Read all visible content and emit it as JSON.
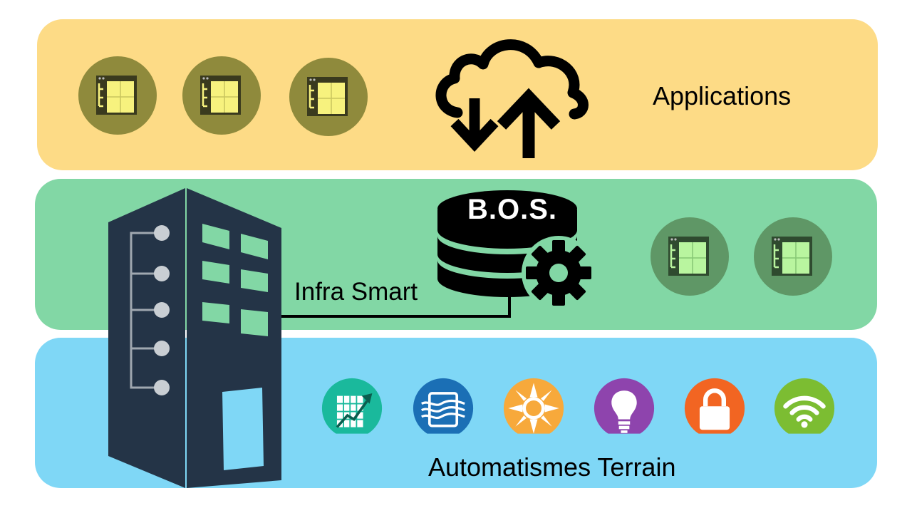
{
  "layers": {
    "applications": {
      "label": "Applications",
      "color": "#fddb86"
    },
    "infra": {
      "label": "Infra Smart",
      "color": "#82d7a5"
    },
    "terrain": {
      "label": "Automatismes Terrain",
      "color": "#7fd7f6"
    }
  },
  "database": {
    "label": "B.O.S."
  },
  "icons": {
    "app_windows_top": [
      "app-window-icon",
      "app-window-icon",
      "app-window-icon"
    ],
    "cloud": "cloud-sync-icon",
    "app_windows_mid": [
      "app-window-icon",
      "app-window-icon"
    ],
    "building": "building-icon",
    "field_devices": [
      {
        "name": "energy-chart-icon",
        "color": "#1ab99c"
      },
      {
        "name": "hvac-icon",
        "color": "#1b6fb5"
      },
      {
        "name": "sun-icon",
        "color": "#f7a93b"
      },
      {
        "name": "light-bulb-icon",
        "color": "#8e44ad"
      },
      {
        "name": "lock-icon",
        "color": "#f26522"
      },
      {
        "name": "wifi-icon",
        "color": "#7cbd32"
      }
    ]
  },
  "colors": {
    "icon_circle_top": "#8f8a3c",
    "icon_window_top": "#f7f27e",
    "icon_circle_mid": "#5f9766",
    "icon_window_mid": "#b9f59f",
    "building_dark": "#243447",
    "building_windows": "#82d7a5"
  }
}
